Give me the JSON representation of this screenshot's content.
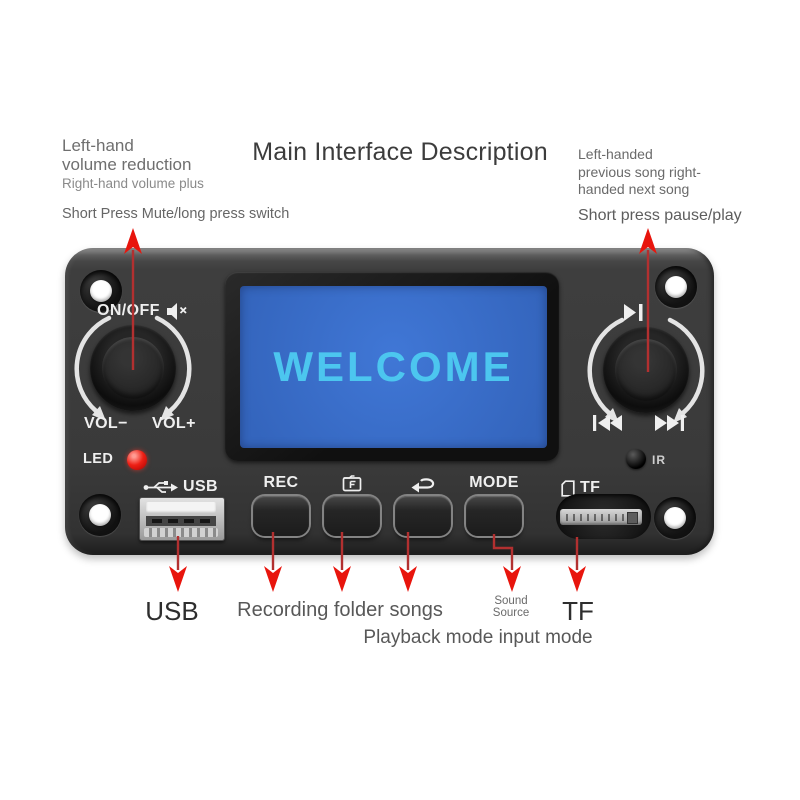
{
  "page_title": "Main Interface Description",
  "annotations": {
    "top_left": {
      "heading_line1": "Left-hand",
      "heading_line2": "volume reduction",
      "subline": "Right-hand volume plus",
      "note": "Short Press Mute/long press switch"
    },
    "top_right": {
      "line1": "Left-handed",
      "line2": "previous song right-",
      "line3": "handed next song",
      "note": "Short press pause/play"
    },
    "bottom": {
      "usb": "USB",
      "recording": "Recording folder songs",
      "sound_source_line1": "Sound",
      "sound_source_line2": "Source",
      "tf": "TF",
      "playback": "Playback mode input mode"
    }
  },
  "board": {
    "screen_text": "WELCOME",
    "power_label": "ON/OFF",
    "vol_minus_label": "VOL−",
    "vol_plus_label": "VOL+",
    "led_label": "LED",
    "usb_label": "USB",
    "rec_label": "REC",
    "mode_label": "MODE",
    "tf_label": "TF",
    "ir_label": "IR"
  },
  "icons": {
    "mute": "mute-speaker-icon",
    "play_pause": "play-pause-icon",
    "previous": "previous-track-icon",
    "next": "next-track-icon",
    "usb_trident": "usb-trident-icon",
    "folder": "folder-icon",
    "loop": "loop-arrow-icon",
    "tf_card": "tf-card-icon",
    "rotate_left": "rotate-ccw-arc-icon",
    "rotate_right": "rotate-cw-arc-icon"
  },
  "colors": {
    "screen_bg": "#3a6dc9",
    "screen_text": "#4cc6ef",
    "board_face": "#3a3a3a",
    "arrow_red": "#e8150d",
    "arrow_line_red": "#b23030",
    "led_red": "#ee2015"
  }
}
